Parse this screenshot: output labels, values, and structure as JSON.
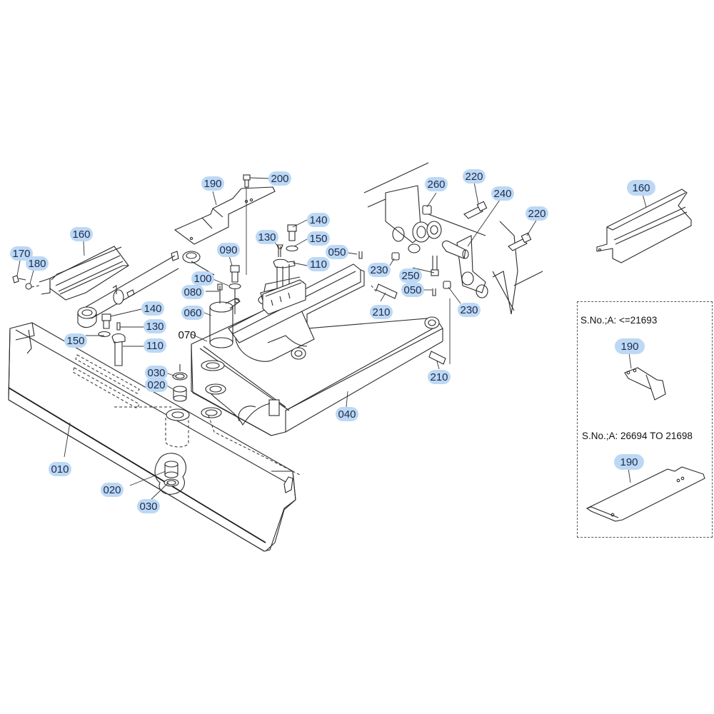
{
  "diagram": {
    "type": "exploded-parts-diagram",
    "subject": "Dozer blade assembly",
    "callouts": [
      {
        "id": "c-010",
        "label": "010",
        "highlighted": true
      },
      {
        "id": "c-020a",
        "label": "020",
        "highlighted": true
      },
      {
        "id": "c-020b",
        "label": "020",
        "highlighted": true
      },
      {
        "id": "c-030a",
        "label": "030",
        "highlighted": true
      },
      {
        "id": "c-030b",
        "label": "030",
        "highlighted": true
      },
      {
        "id": "c-040",
        "label": "040",
        "highlighted": true
      },
      {
        "id": "c-050a",
        "label": "050",
        "highlighted": true
      },
      {
        "id": "c-050b",
        "label": "050",
        "highlighted": true
      },
      {
        "id": "c-060",
        "label": "060",
        "highlighted": true
      },
      {
        "id": "c-070",
        "label": "070",
        "highlighted": false
      },
      {
        "id": "c-080",
        "label": "080",
        "highlighted": true
      },
      {
        "id": "c-090",
        "label": "090",
        "highlighted": true
      },
      {
        "id": "c-100",
        "label": "100",
        "highlighted": true
      },
      {
        "id": "c-110a",
        "label": "110",
        "highlighted": true
      },
      {
        "id": "c-110b",
        "label": "110",
        "highlighted": true
      },
      {
        "id": "c-130a",
        "label": "130",
        "highlighted": true
      },
      {
        "id": "c-130b",
        "label": "130",
        "highlighted": true
      },
      {
        "id": "c-140a",
        "label": "140",
        "highlighted": true
      },
      {
        "id": "c-140b",
        "label": "140",
        "highlighted": true
      },
      {
        "id": "c-150a",
        "label": "150",
        "highlighted": true
      },
      {
        "id": "c-150b",
        "label": "150",
        "highlighted": true
      },
      {
        "id": "c-160a",
        "label": "160",
        "highlighted": true
      },
      {
        "id": "c-160b",
        "label": "160",
        "highlighted": true
      },
      {
        "id": "c-170",
        "label": "170",
        "highlighted": true
      },
      {
        "id": "c-180",
        "label": "180",
        "highlighted": true
      },
      {
        "id": "c-190a",
        "label": "190",
        "highlighted": true
      },
      {
        "id": "c-190b",
        "label": "190",
        "highlighted": true
      },
      {
        "id": "c-190c",
        "label": "190",
        "highlighted": true
      },
      {
        "id": "c-200",
        "label": "200",
        "highlighted": true
      },
      {
        "id": "c-210a",
        "label": "210",
        "highlighted": true
      },
      {
        "id": "c-210b",
        "label": "210",
        "highlighted": true
      },
      {
        "id": "c-220a",
        "label": "220",
        "highlighted": true
      },
      {
        "id": "c-220b",
        "label": "220",
        "highlighted": true
      },
      {
        "id": "c-230a",
        "label": "230",
        "highlighted": true
      },
      {
        "id": "c-230b",
        "label": "230",
        "highlighted": true
      },
      {
        "id": "c-240",
        "label": "240",
        "highlighted": true
      },
      {
        "id": "c-250",
        "label": "250",
        "highlighted": true
      },
      {
        "id": "c-260",
        "label": "260",
        "highlighted": true
      }
    ],
    "variants": [
      {
        "serial_label": "S.No.;A: <=21693",
        "part": "190"
      },
      {
        "serial_label": "S.No.;A: 26694 TO 21698",
        "part": "190"
      }
    ]
  }
}
